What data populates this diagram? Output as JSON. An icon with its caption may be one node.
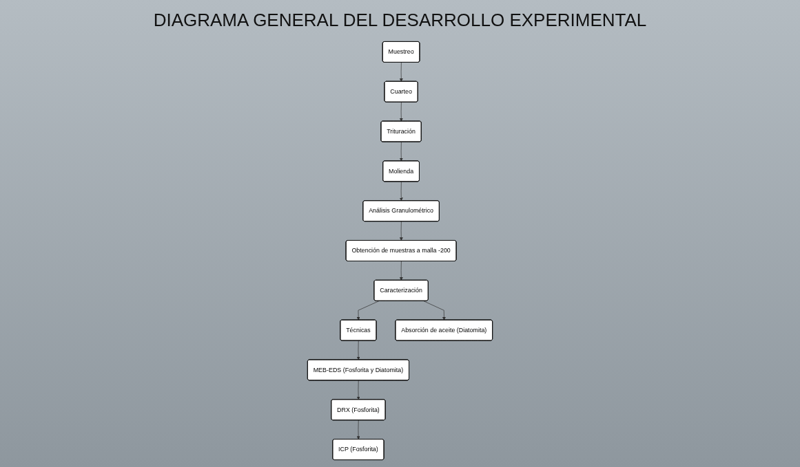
{
  "diagram": {
    "title": "DIAGRAMA GENERAL DEL DESARROLLO EXPERIMENTAL",
    "nodes": [
      {
        "text": [
          "Muestreo"
        ]
      },
      {
        "text": [
          "Cuarteo"
        ]
      },
      {
        "text": [
          "Trituración"
        ]
      },
      {
        "text": [
          "Molienda"
        ]
      },
      {
        "text": [
          "Análisis Granulométrico"
        ]
      },
      {
        "text": [
          "Obtención de muestras a malla -200"
        ]
      },
      {
        "text": [
          "Caracterización"
        ]
      },
      {
        "text": [
          "Técnicas"
        ]
      },
      {
        "text": [
          "MEB-EDS (Fosforita y Diatomita)"
        ]
      },
      {
        "text": [
          "DRX (Fosforita)"
        ]
      },
      {
        "text": [
          "ICP (Fosforita)"
        ]
      },
      {
        "text": [
          "Absorción de aceite (Diatomita)"
        ]
      }
    ],
    "edges": [
      {
        "from": 0,
        "to": 1,
        "arrow": "to"
      },
      {
        "from": 1,
        "to": 2,
        "arrow": "to"
      },
      {
        "from": 2,
        "to": 3,
        "arrow": "to"
      },
      {
        "from": 3,
        "to": 4,
        "arrow": "to"
      },
      {
        "from": 4,
        "to": 5,
        "arrow": "to"
      },
      {
        "from": 5,
        "to": 6,
        "arrow": "to"
      },
      {
        "from": 6,
        "to": 7,
        "arrow": "to"
      },
      {
        "from": 7,
        "to": 8,
        "arrow": "to"
      },
      {
        "from": 8,
        "to": 9,
        "arrow": "to"
      },
      {
        "from": 9,
        "to": 10,
        "arrow": "to"
      },
      {
        "from": 6,
        "to": 11,
        "arrow": "to"
      }
    ]
  }
}
